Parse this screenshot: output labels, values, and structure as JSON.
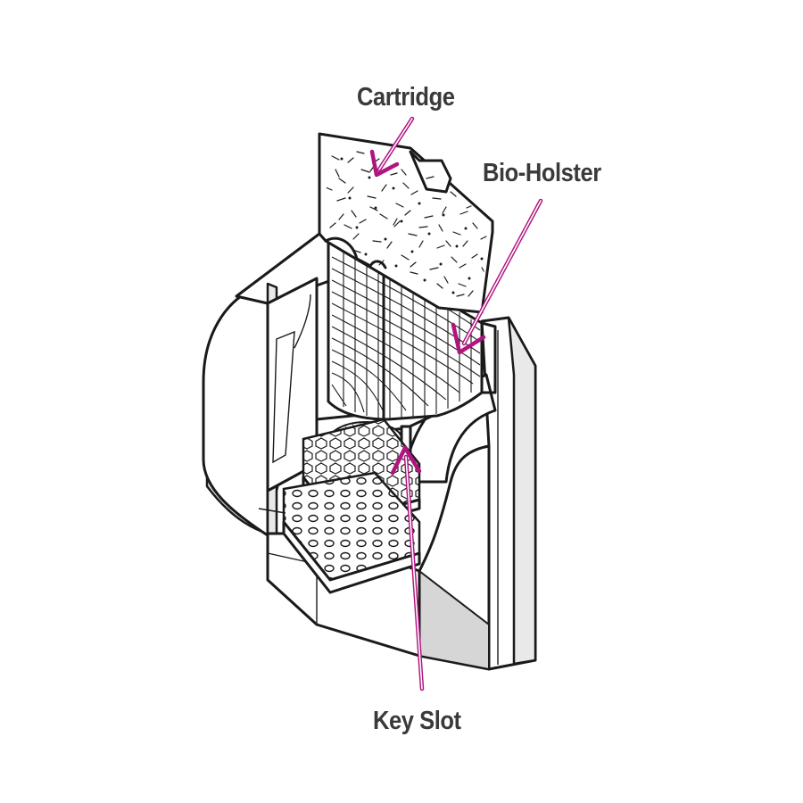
{
  "labels": {
    "cartridge": "Cartridge",
    "bio_holster": "Bio-Holster",
    "key_slot": "Key Slot"
  },
  "colors": {
    "callout_arrow": "#b0157f",
    "label_text": "#3a3a3a",
    "outline": "#1a1a1a",
    "shading": "#e9e9e9"
  }
}
